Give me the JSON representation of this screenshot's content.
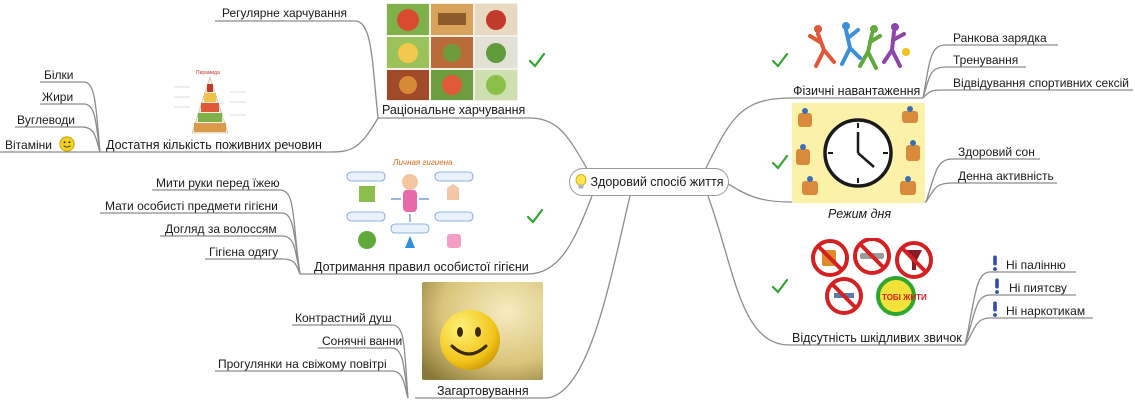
{
  "center": {
    "label": "Здоровий спосіб життя",
    "icon": "lightbulb-icon"
  },
  "branches": {
    "nutrition": {
      "label": "Раціональне харчування",
      "children": [
        "Регулярне харчування"
      ],
      "sub": {
        "label": "Достатня кількість поживних речовин",
        "children": [
          "Білки",
          "Жири",
          "Вуглеводи",
          "Вітаміни"
        ]
      }
    },
    "hygiene": {
      "label": "Дотримання правил особистої гігієни",
      "picture_caption": "Личная гигиена",
      "children": [
        "Мити руки перед їжею",
        "Мати особисті предмети гігієни",
        "Догляд за волоссям",
        "Гігієна одягу"
      ]
    },
    "hardening": {
      "label": "Загартовування",
      "children": [
        "Контрастний душ",
        "Сонячні ванни",
        "Прогулянки на свіжому повітрі"
      ]
    },
    "physical": {
      "label": "Фізичні навантаження",
      "children": [
        "Ранкова зарядка",
        "Тренування",
        "Відвідування спортивних сексій"
      ]
    },
    "regime": {
      "label": "Режим дня",
      "children": [
        "Здоровий сон",
        "Денна активність"
      ]
    },
    "habits": {
      "label": "Відсутність шкідливих звичок",
      "sign_text": "ТОБІ ЖИТИ",
      "children": [
        "Ні палінню",
        "Ні пиятсву",
        "Ні наркотикам"
      ]
    }
  },
  "icons": {
    "check": "check-mark-icon",
    "exclamation": "exclamation-icon",
    "smiley": "smiley-icon"
  },
  "colors": {
    "line": "#8c8c8c",
    "check": "#2fa62f",
    "exclamation": "#2c4fa8",
    "smiley": "#f2d21a"
  }
}
